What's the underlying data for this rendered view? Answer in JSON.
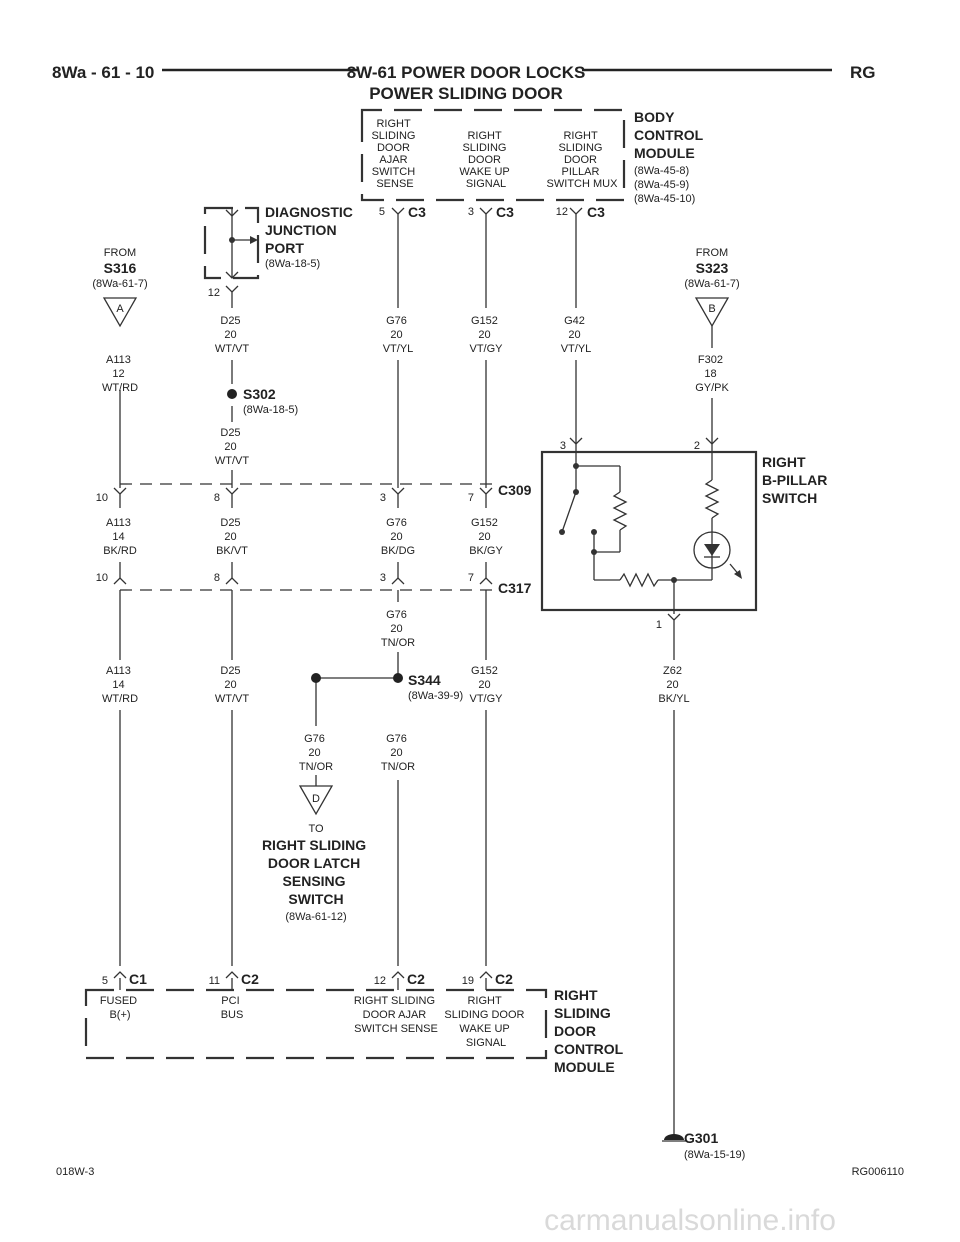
{
  "header": {
    "page": "8Wa - 61 - 10",
    "title_line1": "8W-61 POWER DOOR LOCKS",
    "title_line2": "POWER SLIDING DOOR",
    "model": "RG"
  },
  "bcm": {
    "title": [
      "BODY",
      "CONTROL",
      "MODULE"
    ],
    "refs": [
      "(8Wa-45-8)",
      "(8Wa-45-9)",
      "(8Wa-45-10)"
    ],
    "sig1": [
      "RIGHT",
      "SLIDING",
      "DOOR",
      "AJAR",
      "SWITCH",
      "SENSE"
    ],
    "sig2": [
      "RIGHT",
      "SLIDING",
      "DOOR",
      "WAKE UP",
      "SIGNAL"
    ],
    "sig3": [
      "RIGHT",
      "SLIDING",
      "DOOR",
      "PILLAR",
      "SWITCH MUX"
    ],
    "pin1": "5",
    "pin2": "3",
    "pin3": "12",
    "conn": "C3"
  },
  "djp": {
    "title": [
      "DIAGNOSTIC",
      "JUNCTION",
      "PORT"
    ],
    "ref": "(8Wa-18-5)",
    "pin": "12"
  },
  "from_s316": {
    "from": "FROM",
    "name": "S316",
    "ref": "(8Wa-61-7)",
    "letter": "A"
  },
  "from_s323": {
    "from": "FROM",
    "name": "S323",
    "ref": "(8Wa-61-7)",
    "letter": "B"
  },
  "wires": {
    "a113_top": [
      "A113",
      "12",
      "WT/RD"
    ],
    "d25_top": [
      "D25",
      "20",
      "WT/VT"
    ],
    "g76_top": [
      "G76",
      "20",
      "VT/YL"
    ],
    "g152_top": [
      "G152",
      "20",
      "VT/GY"
    ],
    "g42": [
      "G42",
      "20",
      "VT/YL"
    ],
    "f302": [
      "F302",
      "18",
      "GY/PK"
    ],
    "d25_mid": [
      "D25",
      "20",
      "WT/VT"
    ],
    "a113_c309": [
      "A113",
      "14",
      "BK/RD"
    ],
    "d25_c309": [
      "D25",
      "20",
      "BK/VT"
    ],
    "g76_c309": [
      "G76",
      "20",
      "BK/DG"
    ],
    "g152_c309": [
      "G152",
      "20",
      "BK/GY"
    ],
    "g76_c317": [
      "G76",
      "20",
      "TN/OR"
    ],
    "a113_bot": [
      "A113",
      "14",
      "WT/RD"
    ],
    "d25_bot": [
      "D25",
      "20",
      "WT/VT"
    ],
    "g152_bot": [
      "G152",
      "20",
      "VT/GY"
    ],
    "z62": [
      "Z62",
      "20",
      "BK/YL"
    ],
    "g76_left": [
      "G76",
      "20",
      "TN/OR"
    ],
    "g76_right": [
      "G76",
      "20",
      "TN/OR"
    ]
  },
  "s302": {
    "name": "S302",
    "ref": "(8Wa-18-5)"
  },
  "s344": {
    "name": "S344",
    "ref": "(8Wa-39-9)"
  },
  "c309": {
    "name": "C309",
    "pins": [
      "10",
      "8",
      "3",
      "7"
    ]
  },
  "c317": {
    "name": "C317",
    "pins": [
      "10",
      "8",
      "3",
      "7"
    ]
  },
  "pillar": {
    "title": [
      "RIGHT",
      "B-PILLAR",
      "SWITCH"
    ],
    "pin3": "3",
    "pin2": "2",
    "pin1": "1"
  },
  "to_latch": {
    "letter": "D",
    "to": "TO",
    "title": [
      "RIGHT SLIDING",
      "DOOR LATCH",
      "SENSING",
      "SWITCH"
    ],
    "ref": "(8Wa-61-12)"
  },
  "sdcm": {
    "title": [
      "RIGHT",
      "SLIDING",
      "DOOR",
      "CONTROL",
      "MODULE"
    ],
    "c1_pin": "5",
    "c1": "C1",
    "c2a_pin": "11",
    "c2b_pin": "12",
    "c2c_pin": "19",
    "c2": "C2",
    "sig1": [
      "FUSED",
      "B(+)"
    ],
    "sig2": [
      "PCI",
      "BUS"
    ],
    "sig3": [
      "RIGHT SLIDING",
      "DOOR AJAR",
      "SWITCH SENSE"
    ],
    "sig4": [
      "RIGHT",
      "SLIDING DOOR",
      "WAKE UP",
      "SIGNAL"
    ]
  },
  "ground": {
    "name": "G301",
    "ref": "(8Wa-15-19)"
  },
  "footer": {
    "left": "018W-3",
    "right": "RG006110"
  },
  "watermark": "carmanualsonline.info"
}
